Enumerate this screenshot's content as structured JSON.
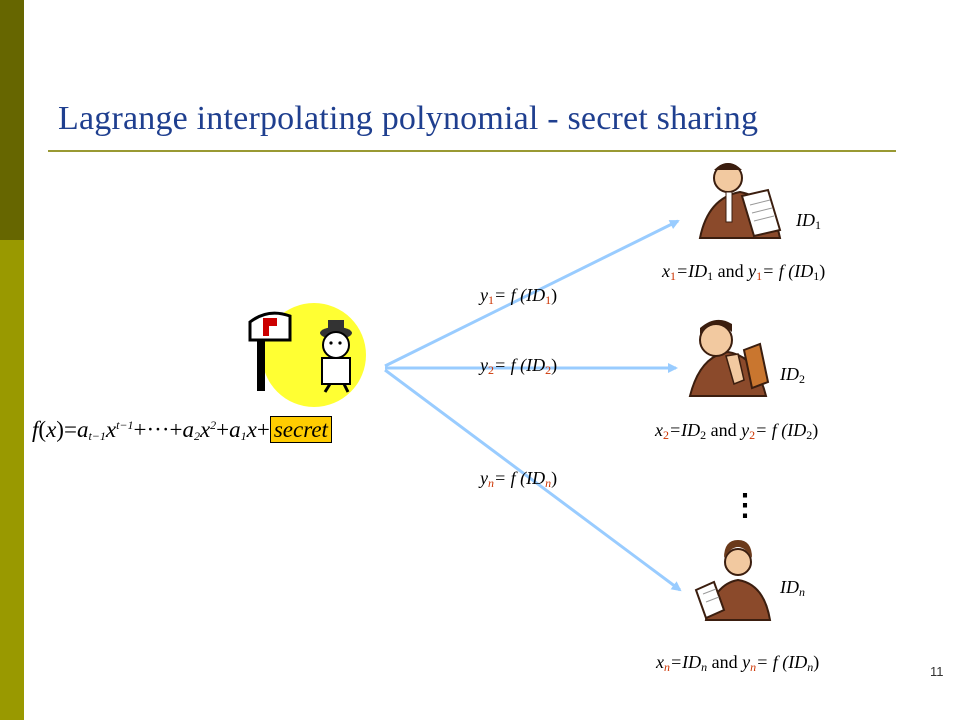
{
  "slide": {
    "title": "Lagrange interpolating polynomial - secret sharing",
    "page_number": "11"
  },
  "formula": {
    "f": "f",
    "x": "x",
    "lhs_open": "(",
    "lhs_close": ")",
    "eq": "=",
    "a": "a",
    "sub_t1": "t−1",
    "sup_t1": "t−1",
    "dots": "+···+",
    "sub_2": "2",
    "sup_2": "2",
    "plus": "+",
    "sub_1": "1",
    "secret": "secret"
  },
  "shares": [
    {
      "y": "y",
      "index": "1",
      "rhs": "= f (ID",
      "idx": "1",
      "close": ")"
    },
    {
      "y": "y",
      "index": "2",
      "rhs": "= f (ID",
      "idx": "2",
      "close": ")"
    },
    {
      "y": "y",
      "index": "n",
      "rhs": "= f (ID",
      "idx": "n",
      "close": ")"
    }
  ],
  "participants": [
    {
      "id": "ID",
      "sub": "1",
      "x": "x",
      "xsub": "1",
      "eq": "=ID",
      "eqsub": "1",
      "and": " and ",
      "y": "y",
      "ysub": "1",
      "feq": "= f (ID",
      "fsub": "1",
      "close": ")",
      "icon": "businessman-reading-icon"
    },
    {
      "id": "ID",
      "sub": "2",
      "x": "x",
      "xsub": "2",
      "eq": "=ID",
      "eqsub": "2",
      "and": " and ",
      "y": "y",
      "ysub": "2",
      "feq": "= f (ID",
      "fsub": "2",
      "close": ")",
      "icon": "man-thinking-icon"
    },
    {
      "id": "ID",
      "sub": "n",
      "x": "x",
      "xsub": "n",
      "eq": "=ID",
      "eqsub": "n",
      "and": " and ",
      "y": "y",
      "ysub": "n",
      "feq": "= f (ID",
      "fsub": "n",
      "close": ")",
      "icon": "woman-with-papers-icon"
    }
  ],
  "ellipsis": "⋮",
  "dealer_icon": "dealer-with-mailbox-icon",
  "colors": {
    "title": "#1f3f8f",
    "rule": "#999933",
    "sidebar_dark": "#666600",
    "sidebar_light": "#999900",
    "arrow": "#99ccff",
    "subscript_red": "#cc3300",
    "highlight": "#ffcc00"
  }
}
